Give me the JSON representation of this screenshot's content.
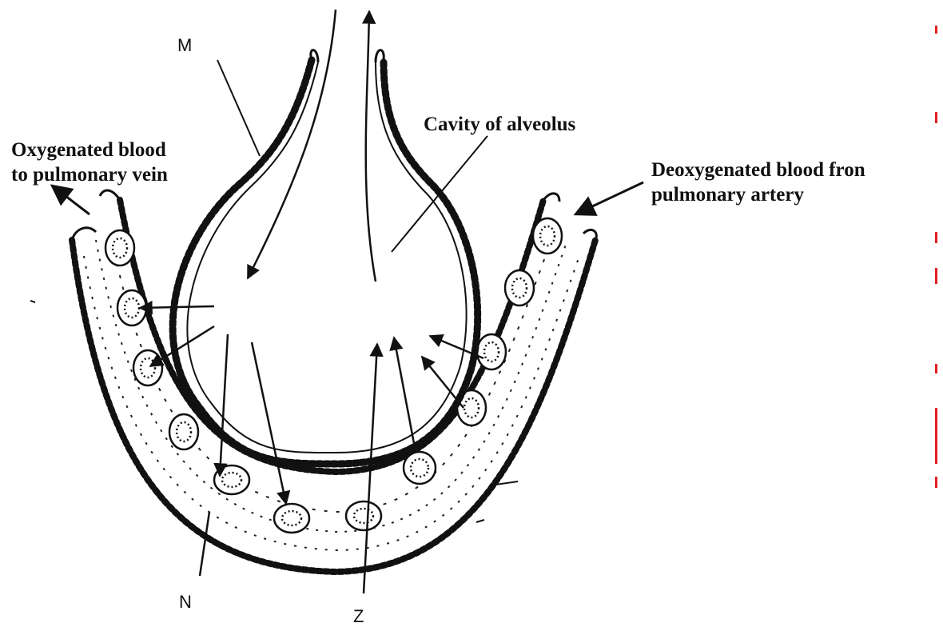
{
  "labels": {
    "m": "M",
    "n": "N",
    "z": "Z",
    "cavity": "Cavity of alveolus",
    "oxygenated_line1": "Oxygenated blood",
    "oxygenated_line2": "to pulmonary vein",
    "deoxygenated_line1": "Deoxygenated blood fron",
    "deoxygenated_line2": "pulmonary artery"
  },
  "colors": {
    "ink": "#111111",
    "scan_mark": "#e02020"
  }
}
